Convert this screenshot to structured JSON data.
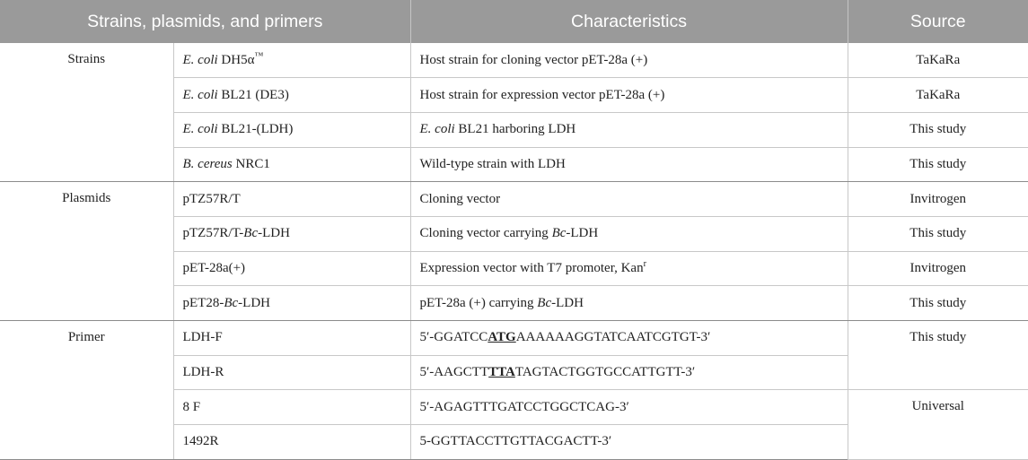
{
  "headers": {
    "col1": "Strains, plasmids, and primers",
    "col2": "Characteristics",
    "col3": "Source"
  },
  "groups": {
    "strains": "Strains",
    "plasmids": "Plasmids",
    "primer": "Primer"
  },
  "rows": [
    {
      "name_i": "E. coli",
      "name_rest": " DH5α",
      "name_sup": "™",
      "desc": "Host strain for cloning vector pET-28a (+)",
      "source": "TaKaRa"
    },
    {
      "name_i": "E. coli",
      "name_rest": " BL21 (DE3)",
      "desc": "Host strain for expression vector pET-28a (+)",
      "source": "TaKaRa"
    },
    {
      "name_i": "E. coli",
      "name_rest": " BL21-(LDH)",
      "desc_i": "E. coli",
      "desc_rest": " BL21 harboring LDH",
      "source": "This study"
    },
    {
      "name_i": "B. cereus",
      "name_rest": " NRC1",
      "desc": "Wild-type strain with LDH",
      "source": "This study"
    },
    {
      "name": "pTZ57R/T",
      "desc": "Cloning vector",
      "source": "Invitrogen"
    },
    {
      "name_pre": "pTZ57R/T-",
      "name_i": "Bc",
      "name_rest": "-LDH",
      "desc_pre": "Cloning vector carrying ",
      "desc_i": "Bc",
      "desc_rest": "-LDH",
      "source": "This study"
    },
    {
      "name": "pET-28a(+)",
      "desc": "Expression vector with T7 promoter, Kan",
      "desc_sup": "r",
      "source": "Invitrogen"
    },
    {
      "name_pre": "pET28-",
      "name_i": "Bc",
      "name_rest": "-LDH",
      "desc_pre": "pET-28a (+) carrying ",
      "desc_i": "Bc",
      "desc_rest": "-LDH",
      "source": "This study"
    },
    {
      "name": "LDH-F",
      "seq_pre": "5′-GGATCC",
      "seq_bold": "ATG",
      "seq_post": "AAAAAAGGTATCAATCGTGT-3′",
      "source": "This study"
    },
    {
      "name": "LDH-R",
      "seq_pre": "5′-AAGCTT",
      "seq_bold": "TTA",
      "seq_post": "TAGTACTGGTGCCATTGTT-3′"
    },
    {
      "name": "8 F",
      "desc": "5′-AGAGTTTGATCCTGGCTCAG-3′",
      "source": "Universal"
    },
    {
      "name": "1492R",
      "desc": "5-GGTTACCTTGTTACGACTT-3′"
    }
  ]
}
